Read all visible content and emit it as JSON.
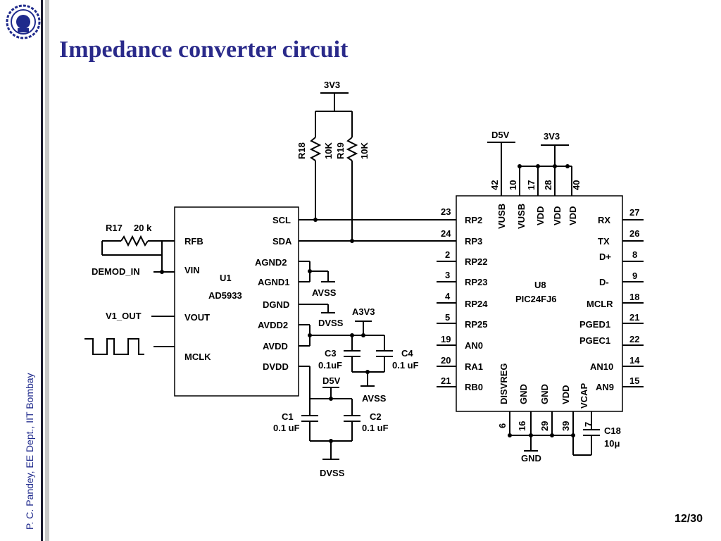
{
  "slide": {
    "title": "Impedance converter circuit",
    "author": "P. C. Pandey, EE Dept., IIT Bombay",
    "page": "12/30"
  },
  "colors": {
    "title": "#2a2a8a",
    "author": "#1f2a8c",
    "sidebar": "#1a1a2e"
  },
  "logo": {
    "icon": "iit-bombay-seal-icon"
  },
  "schematic": {
    "u1": {
      "name": "U1",
      "part": "AD5933",
      "left_pins": [
        "RFB",
        "VIN",
        "VOUT",
        "MCLK"
      ],
      "right_pins": [
        "SCL",
        "SDA",
        "AGND2",
        "AGND1",
        "DGND",
        "AVDD2",
        "AVDD",
        "DVDD"
      ]
    },
    "u8": {
      "name": "U8",
      "part": "PIC24FJ6",
      "top_pins": [
        {
          "label": "VUSB",
          "num": "42"
        },
        {
          "label": "VUSB",
          "num": "10"
        },
        {
          "label": "VDD",
          "num": "17"
        },
        {
          "label": "VDD",
          "num": "28"
        },
        {
          "label": "VDD",
          "num": "40"
        }
      ],
      "left_pins": [
        {
          "label": "RP2",
          "num": "23"
        },
        {
          "label": "RP3",
          "num": "24"
        },
        {
          "label": "RP22",
          "num": "2"
        },
        {
          "label": "RP23",
          "num": "3"
        },
        {
          "label": "RP24",
          "num": "4"
        },
        {
          "label": "RP25",
          "num": "5"
        },
        {
          "label": "AN0",
          "num": "19"
        },
        {
          "label": "RA1",
          "num": "20"
        },
        {
          "label": "RB0",
          "num": "21"
        }
      ],
      "right_pins": [
        {
          "label": "RX",
          "num": "27"
        },
        {
          "label": "TX",
          "num": "26"
        },
        {
          "label": "D+",
          "num": "8"
        },
        {
          "label": "D-",
          "num": "9"
        },
        {
          "label": "MCLR",
          "num": "18"
        },
        {
          "label": "PGED1",
          "num": "21"
        },
        {
          "label": "PGEC1",
          "num": "22"
        },
        {
          "label": "AN10",
          "num": "14"
        },
        {
          "label": "AN9",
          "num": "15"
        }
      ],
      "bottom_pins": [
        {
          "label": "DISVREG",
          "num": "6"
        },
        {
          "label": "GND",
          "num": "16"
        },
        {
          "label": "GND",
          "num": "29"
        },
        {
          "label": "VDD",
          "num": "39"
        },
        {
          "label": "VCAP",
          "num": "7"
        }
      ]
    },
    "resistors": {
      "r17": {
        "name": "R17",
        "value": "20 k"
      },
      "r18": {
        "name": "R18",
        "value": "10K"
      },
      "r19": {
        "name": "R19",
        "value": "10K"
      }
    },
    "capacitors": {
      "c1": {
        "name": "C1",
        "value": "0.1 uF"
      },
      "c2": {
        "name": "C2",
        "value": "0.1 uF"
      },
      "c3": {
        "name": "C3",
        "value": "0.1uF"
      },
      "c4": {
        "name": "C4",
        "value": "0.1 uF"
      },
      "c18": {
        "name": "C18",
        "value": "10μ"
      }
    },
    "nets": {
      "demod_in": "DEMOD_IN",
      "v1_out": "V1_OUT",
      "v3v3_top": "3V3",
      "v3v3_pic": "3V3",
      "d5v_pic": "D5V",
      "avss1": "AVSS",
      "avss2": "AVSS",
      "dvss1": "DVSS",
      "dvss2": "DVSS",
      "a3v3": "A3V3",
      "d5v": "D5V",
      "gnd": "GND"
    }
  }
}
